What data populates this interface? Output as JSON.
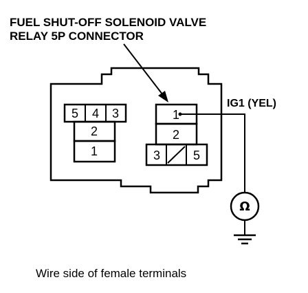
{
  "title": {
    "line1": "FUEL SHUT-OFF SOLENOID VALVE",
    "line2": "RELAY 5P CONNECTOR"
  },
  "left_terminals": {
    "top_row": [
      "5",
      "4",
      "3"
    ],
    "middle": "2",
    "bottom": "1"
  },
  "right_terminals": {
    "top": "1",
    "middle": "2",
    "bottom_left": "3",
    "bottom_right": "5"
  },
  "wire_label": "IG1 (YEL)",
  "meter_symbol": "Ω",
  "caption": "Wire side of female terminals",
  "icons": {
    "meter": "ohmmeter-icon",
    "ground": "ground-icon",
    "pointer": "arrow-icon"
  }
}
